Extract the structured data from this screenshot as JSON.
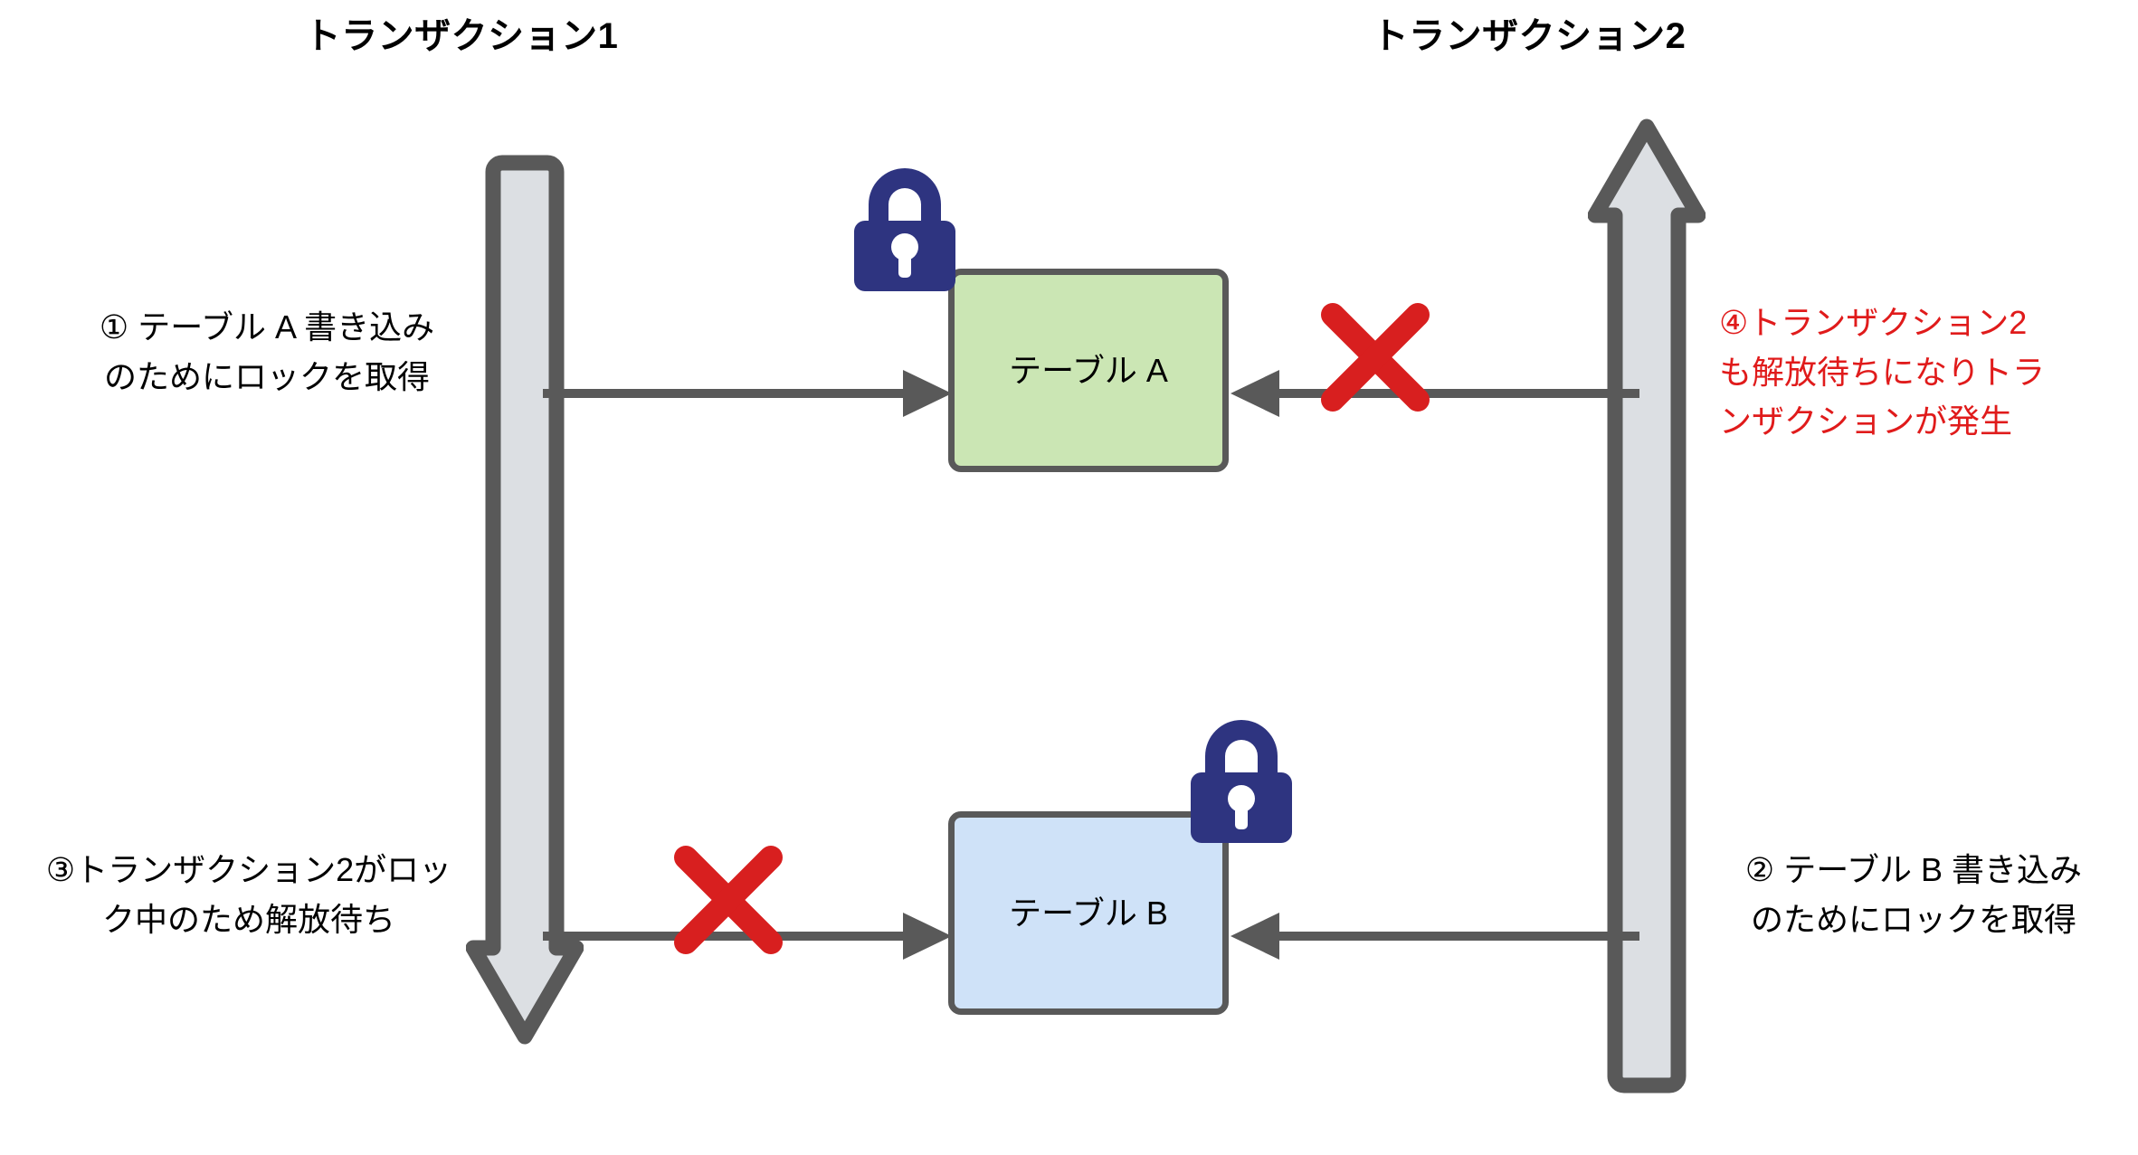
{
  "diagram": {
    "title_left": "トランザクション1",
    "title_right": "トランザクション2",
    "colors": {
      "lock_navy": "#2E3480",
      "x_red": "#d81f1f",
      "note_red": "#e01b1b",
      "lifeline_stroke": "#595959",
      "lifeline_fill": "#dcdfe3",
      "table_a_fill": "#cbe6b4",
      "table_b_fill": "#cfe2f8",
      "box_stroke": "#595959",
      "connector": "#595959"
    }
  },
  "tables": {
    "table_a": {
      "label": "テーブル A",
      "locked_by": "トランザクション1"
    },
    "table_b": {
      "label": "テーブル B",
      "locked_by": "トランザクション2"
    }
  },
  "notes": {
    "step1": "① テーブル A 書き込み\nのためにロックを取得",
    "step2": "② テーブル B 書き込み\nのためにロックを取得",
    "step3": "③トランザクション2がロッ\nク中のため解放待ち",
    "step4": "④トランザクション2\nも解放待ちになりトラ\nンザクションが発生"
  }
}
